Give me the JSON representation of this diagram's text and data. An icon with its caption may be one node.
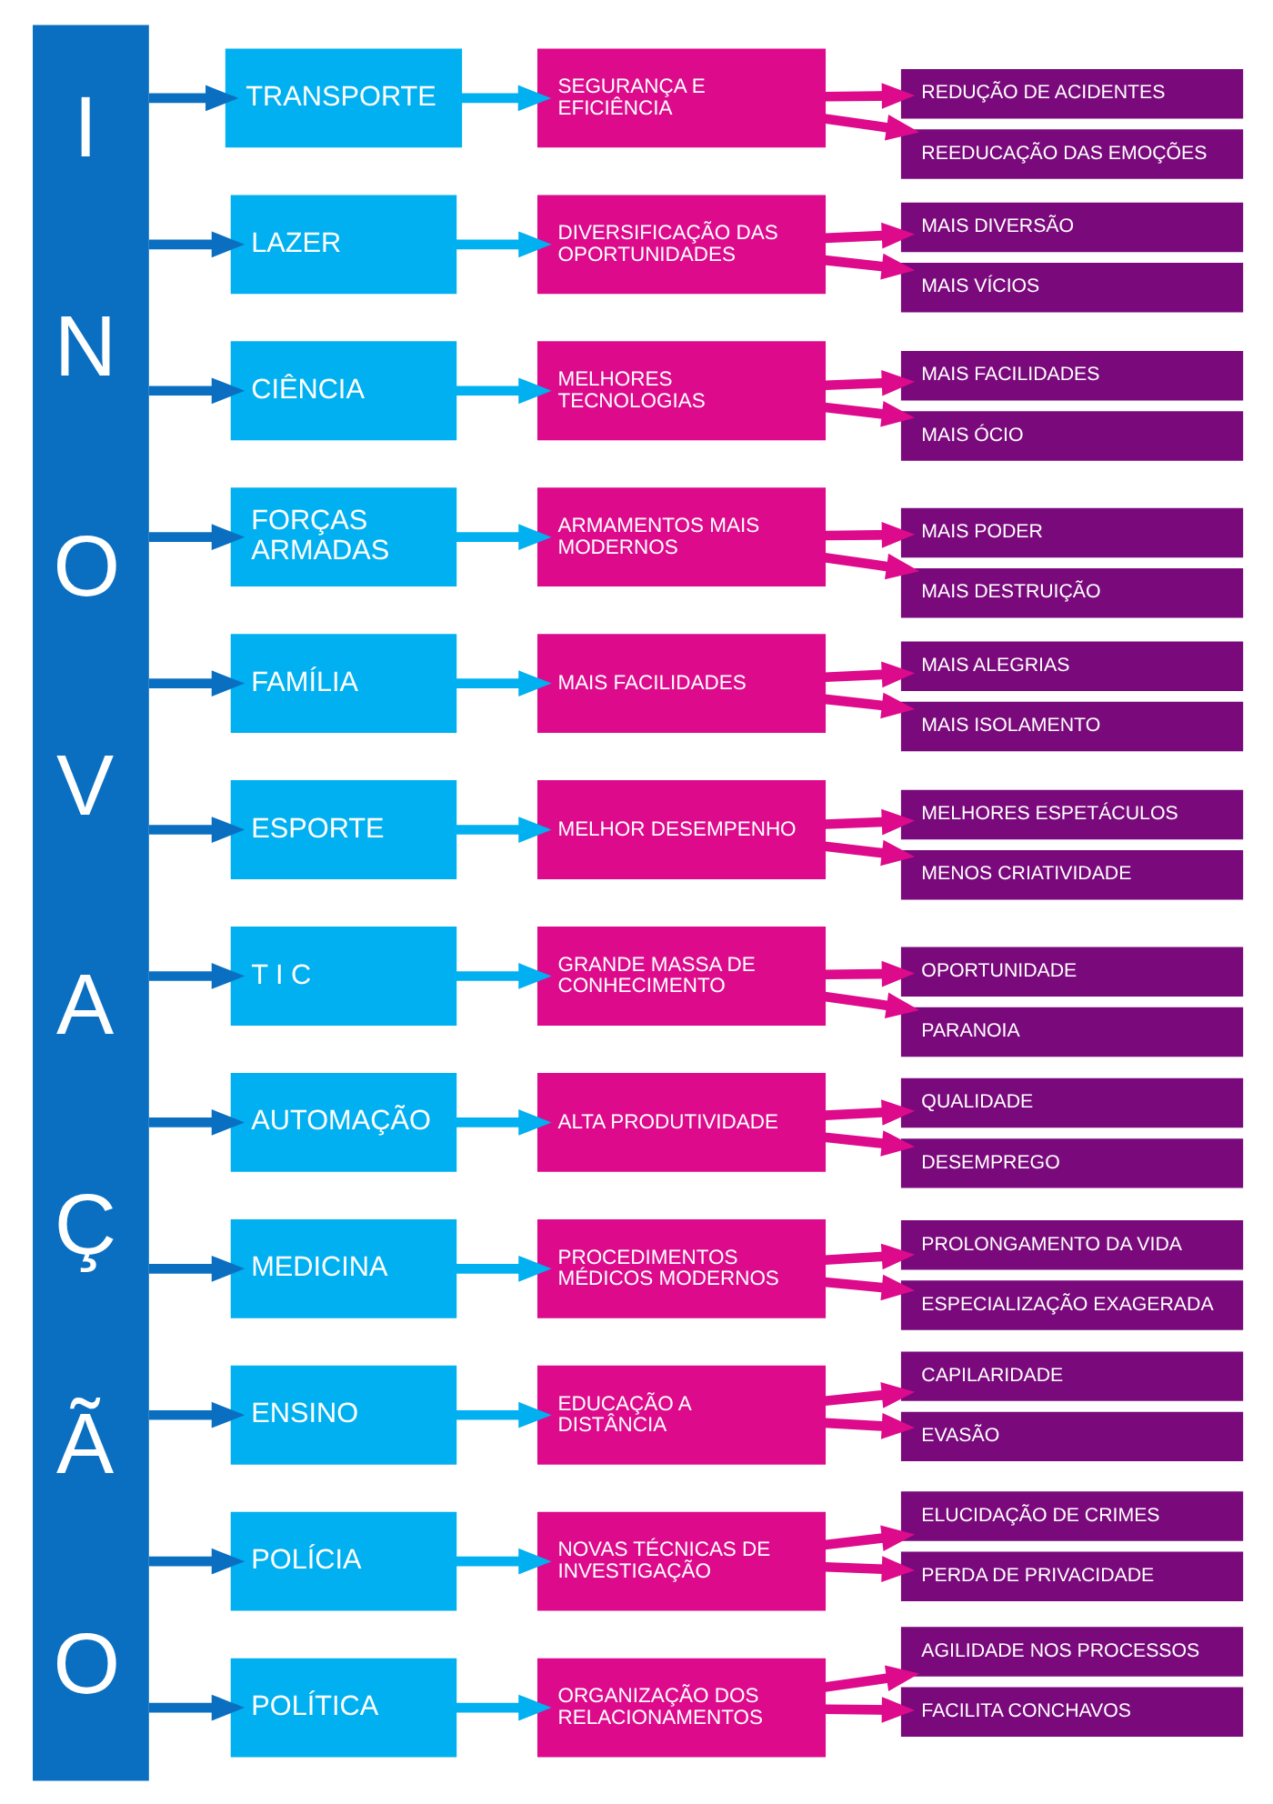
{
  "diagram": {
    "nodes": [
      {
        "text": [
          "I N O V A Ç Ã O"
        ]
      },
      {
        "text": [
          "TRANSPORTE"
        ]
      },
      {
        "text": [
          "SEGURANÇA E EFICIÊNCIA"
        ]
      },
      {
        "text": [
          "REDUÇÃO DE ACIDENTES"
        ]
      },
      {
        "text": [
          "REEDUCAÇÃO DAS EMOÇÕES"
        ]
      },
      {
        "text": [
          "LAZER"
        ]
      },
      {
        "text": [
          "DIVERSIFICAÇÃO DAS OPORTUNIDADES"
        ]
      },
      {
        "text": [
          "MAIS DIVERSÃO"
        ]
      },
      {
        "text": [
          "MAIS VÍCIOS"
        ]
      },
      {
        "text": [
          "CIÊNCIA"
        ]
      },
      {
        "text": [
          "MELHORES TECNOLOGIAS"
        ]
      },
      {
        "text": [
          "MAIS FACILIDADES"
        ]
      },
      {
        "text": [
          "MAIS ÓCIO"
        ]
      },
      {
        "text": [
          "FORÇAS ARMADAS"
        ]
      },
      {
        "text": [
          "ARMAMENTOS MAIS MODERNOS"
        ]
      },
      {
        "text": [
          "MAIS PODER"
        ]
      },
      {
        "text": [
          "MAIS DESTRUIÇÃO"
        ]
      },
      {
        "text": [
          "FAMÍLIA"
        ]
      },
      {
        "text": [
          "MAIS FACILIDADES"
        ]
      },
      {
        "text": [
          "MAIS ALEGRIAS"
        ]
      },
      {
        "text": [
          "MAIS ISOLAMENTO"
        ]
      },
      {
        "text": [
          "ESPORTE"
        ]
      },
      {
        "text": [
          "MELHOR DESEMPENHO"
        ]
      },
      {
        "text": [
          "MELHORES ESPETÁCULOS"
        ]
      },
      {
        "text": [
          "MENOS CRIATIVIDADE"
        ]
      },
      {
        "text": [
          "T I C"
        ]
      },
      {
        "text": [
          "GRANDE MASSA DE CONHECIMENTO"
        ]
      },
      {
        "text": [
          "OPORTUNIDADE"
        ]
      },
      {
        "text": [
          "PARANOIA"
        ]
      },
      {
        "text": [
          "AUTOMAÇÃO"
        ]
      },
      {
        "text": [
          "ALTA PRODUTIVIDADE"
        ]
      },
      {
        "text": [
          "QUALIDADE"
        ]
      },
      {
        "text": [
          "DESEMPREGO"
        ]
      },
      {
        "text": [
          "MEDICINA"
        ]
      },
      {
        "text": [
          "PROCEDIMENTOS MÉDICOS MODERNOS"
        ]
      },
      {
        "text": [
          "PROLONGAMENTO DA VIDA"
        ]
      },
      {
        "text": [
          "ESPECIALIZAÇÃO EXAGERADA"
        ]
      },
      {
        "text": [
          "ENSINO"
        ]
      },
      {
        "text": [
          "EDUCAÇÃO A DISTÂNCIA"
        ]
      },
      {
        "text": [
          "CAPILARIDADE"
        ]
      },
      {
        "text": [
          "EVASÃO"
        ]
      },
      {
        "text": [
          "POLÍCIA"
        ]
      },
      {
        "text": [
          "NOVAS TÉCNICAS DE INVESTIGAÇÃO"
        ]
      },
      {
        "text": [
          "ELUCIDAÇÃO DE CRIMES"
        ]
      },
      {
        "text": [
          "PERDA DE PRIVACIDADE"
        ]
      },
      {
        "text": [
          "POLÍTICA"
        ]
      },
      {
        "text": [
          "ORGANIZAÇÃO DOS RELACIONAMENTOS"
        ]
      },
      {
        "text": [
          "AGILIDADE NOS PROCESSOS"
        ]
      },
      {
        "text": [
          "FACILITA CONCHAVOS"
        ]
      }
    ],
    "edges": [
      {
        "from": 0,
        "to": 1,
        "arrow": "to",
        "color": "#0b6fc1"
      },
      {
        "from": 1,
        "to": 2,
        "arrow": "to",
        "color": "#00b0f0"
      },
      {
        "from": 2,
        "to": 3,
        "arrow": "to"
      },
      {
        "from": 2,
        "to": 4,
        "arrow": "to"
      },
      {
        "from": 0,
        "to": 5,
        "arrow": "to",
        "color": "#0b6fc1"
      },
      {
        "from": 5,
        "to": 6,
        "arrow": "to",
        "color": "#00b0f0"
      },
      {
        "from": 6,
        "to": 7,
        "arrow": "to"
      },
      {
        "from": 6,
        "to": 8,
        "arrow": "to"
      },
      {
        "from": 0,
        "to": 9,
        "arrow": "to",
        "color": "#0b6fc1"
      },
      {
        "from": 9,
        "to": 10,
        "arrow": "to",
        "color": "#00b0f0"
      },
      {
        "from": 10,
        "to": 11,
        "arrow": "to"
      },
      {
        "from": 10,
        "to": 12,
        "arrow": "to"
      },
      {
        "from": 0,
        "to": 13,
        "arrow": "to",
        "color": "#0b6fc1"
      },
      {
        "from": 13,
        "to": 14,
        "arrow": "to",
        "color": "#00b0f0"
      },
      {
        "from": 14,
        "to": 15,
        "arrow": "to"
      },
      {
        "from": 14,
        "to": 16,
        "arrow": "to"
      },
      {
        "from": 0,
        "to": 17,
        "arrow": "to",
        "color": "#0b6fc1"
      },
      {
        "from": 17,
        "to": 18,
        "arrow": "to",
        "color": "#00b0f0"
      },
      {
        "from": 18,
        "to": 19,
        "arrow": "to"
      },
      {
        "from": 18,
        "to": 20,
        "arrow": "to"
      },
      {
        "from": 0,
        "to": 21,
        "arrow": "to",
        "color": "#0b6fc1"
      },
      {
        "from": 21,
        "to": 22,
        "arrow": "to",
        "color": "#00b0f0"
      },
      {
        "from": 22,
        "to": 23,
        "arrow": "to"
      },
      {
        "from": 22,
        "to": 24,
        "arrow": "to"
      },
      {
        "from": 0,
        "to": 25,
        "arrow": "to",
        "color": "#0b6fc1"
      },
      {
        "from": 25,
        "to": 26,
        "arrow": "to",
        "color": "#00b0f0"
      },
      {
        "from": 26,
        "to": 27,
        "arrow": "to"
      },
      {
        "from": 26,
        "to": 28,
        "arrow": "to"
      },
      {
        "from": 0,
        "to": 29,
        "arrow": "to",
        "color": "#0b6fc1"
      },
      {
        "from": 29,
        "to": 30,
        "arrow": "to",
        "color": "#00b0f0"
      },
      {
        "from": 30,
        "to": 31,
        "arrow": "to"
      },
      {
        "from": 30,
        "to": 32,
        "arrow": "to"
      },
      {
        "from": 0,
        "to": 33,
        "arrow": "to",
        "color": "#0b6fc1"
      },
      {
        "from": 33,
        "to": 34,
        "arrow": "to",
        "color": "#00b0f0"
      },
      {
        "from": 34,
        "to": 35,
        "arrow": "to"
      },
      {
        "from": 34,
        "to": 36,
        "arrow": "to"
      },
      {
        "from": 0,
        "to": 37,
        "arrow": "to",
        "color": "#0b6fc1"
      },
      {
        "from": 37,
        "to": 38,
        "arrow": "to",
        "color": "#00b0f0"
      },
      {
        "from": 38,
        "to": 39,
        "arrow": "to"
      },
      {
        "from": 38,
        "to": 40,
        "arrow": "to"
      },
      {
        "from": 0,
        "to": 41,
        "arrow": "to",
        "color": "#0b6fc1"
      },
      {
        "from": 41,
        "to": 42,
        "arrow": "to",
        "color": "#00b0f0"
      },
      {
        "from": 42,
        "to": 43,
        "arrow": "to"
      },
      {
        "from": 42,
        "to": 44,
        "arrow": "to"
      },
      {
        "from": 0,
        "to": 45,
        "arrow": "to",
        "color": "#0b6fc1"
      },
      {
        "from": 45,
        "to": 46,
        "arrow": "to",
        "color": "#00b0f0"
      },
      {
        "from": 46,
        "to": 47,
        "arrow": "to"
      },
      {
        "from": 46,
        "to": 48,
        "arrow": "to"
      }
    ]
  }
}
